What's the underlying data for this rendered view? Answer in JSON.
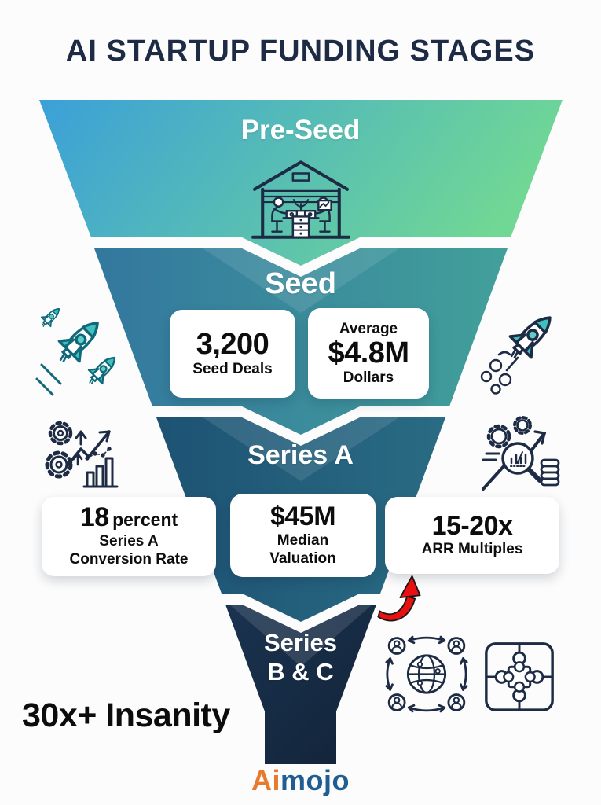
{
  "title": "AI STARTUP FUNDING STAGES",
  "funnel": {
    "pre_seed": {
      "label": "Pre-Seed"
    },
    "seed": {
      "label": "Seed",
      "deals_card": {
        "value": "3,200",
        "caption": "Seed Deals"
      },
      "average_card": {
        "top": "Average",
        "value": "$4.8M",
        "caption": "Dollars"
      }
    },
    "series_a": {
      "label": "Series A",
      "conversion_card": {
        "value": "18",
        "unit": "percent",
        "line1": "Series A",
        "line2": "Conversion Rate"
      },
      "valuation_card": {
        "value": "$45M",
        "line1": "Median",
        "line2": "Valuation"
      },
      "arr_card": {
        "value": "15-20x",
        "line1": "ARR Multiples"
      }
    },
    "series_bc": {
      "label_line1": "Series",
      "label_line2": "B & C"
    }
  },
  "annotation": "30x+ Insanity",
  "logo": {
    "prefix": "Ai",
    "suffix": "mojo"
  },
  "icons": {
    "startup-garage-icon": "two founders working on laptops inside a garage",
    "rockets-launch-icon": "three teal rockets flying up-right with speed lines",
    "rocket-smoke-icon": "rocket launching with smoke clouds",
    "growth-gears-icon": "gears with rising arrow and bar chart",
    "market-analysis-icon": "gears, magnifier over chart, coin stack and arrow",
    "global-network-icon": "globe connected to four people with circular arrows",
    "puzzle-icon": "puzzle square with center piece",
    "red-curved-arrow-icon": "red swoosh arrow pointing to ARR multiples card"
  },
  "colors": {
    "title_navy": "#1e2b45",
    "line_art_navy": "#1d2b44",
    "rocket_teal": "#2fb3ba",
    "funnel_pre_seed": [
      "#3ba0d8",
      "#70d795"
    ],
    "funnel_seed": [
      "#33779e",
      "#42a09a"
    ],
    "funnel_series_a": [
      "#1d5273",
      "#2a6c84"
    ],
    "funnel_series_bc": [
      "#1a3350",
      "#122338"
    ],
    "arrow_red": "#e81010",
    "logo_orange": "#e8792e",
    "logo_blue": "#205e92"
  }
}
